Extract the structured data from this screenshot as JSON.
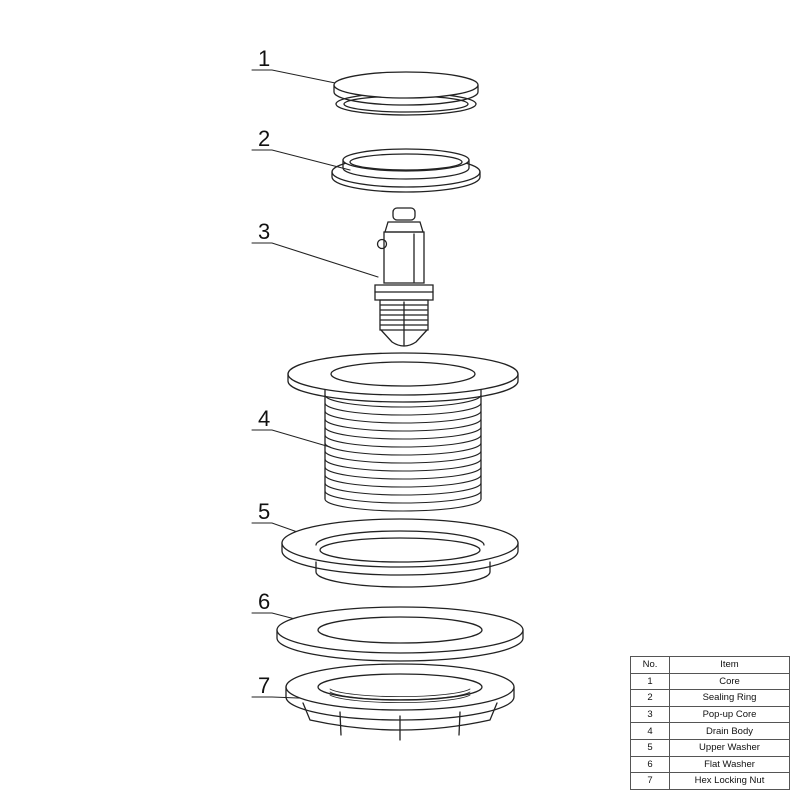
{
  "callouts": [
    "1",
    "2",
    "3",
    "4",
    "5",
    "6",
    "7"
  ],
  "table": {
    "header": {
      "no": "No.",
      "item": "Item"
    },
    "rows": [
      {
        "no": "1",
        "item": "Core"
      },
      {
        "no": "2",
        "item": "Sealing Ring"
      },
      {
        "no": "3",
        "item": "Pop-up Core"
      },
      {
        "no": "4",
        "item": "Drain Body"
      },
      {
        "no": "5",
        "item": "Upper Washer"
      },
      {
        "no": "6",
        "item": "Flat Washer"
      },
      {
        "no": "7",
        "item": "Hex Locking Nut"
      }
    ]
  },
  "colors": {
    "line": "#222222",
    "background": "#ffffff"
  }
}
